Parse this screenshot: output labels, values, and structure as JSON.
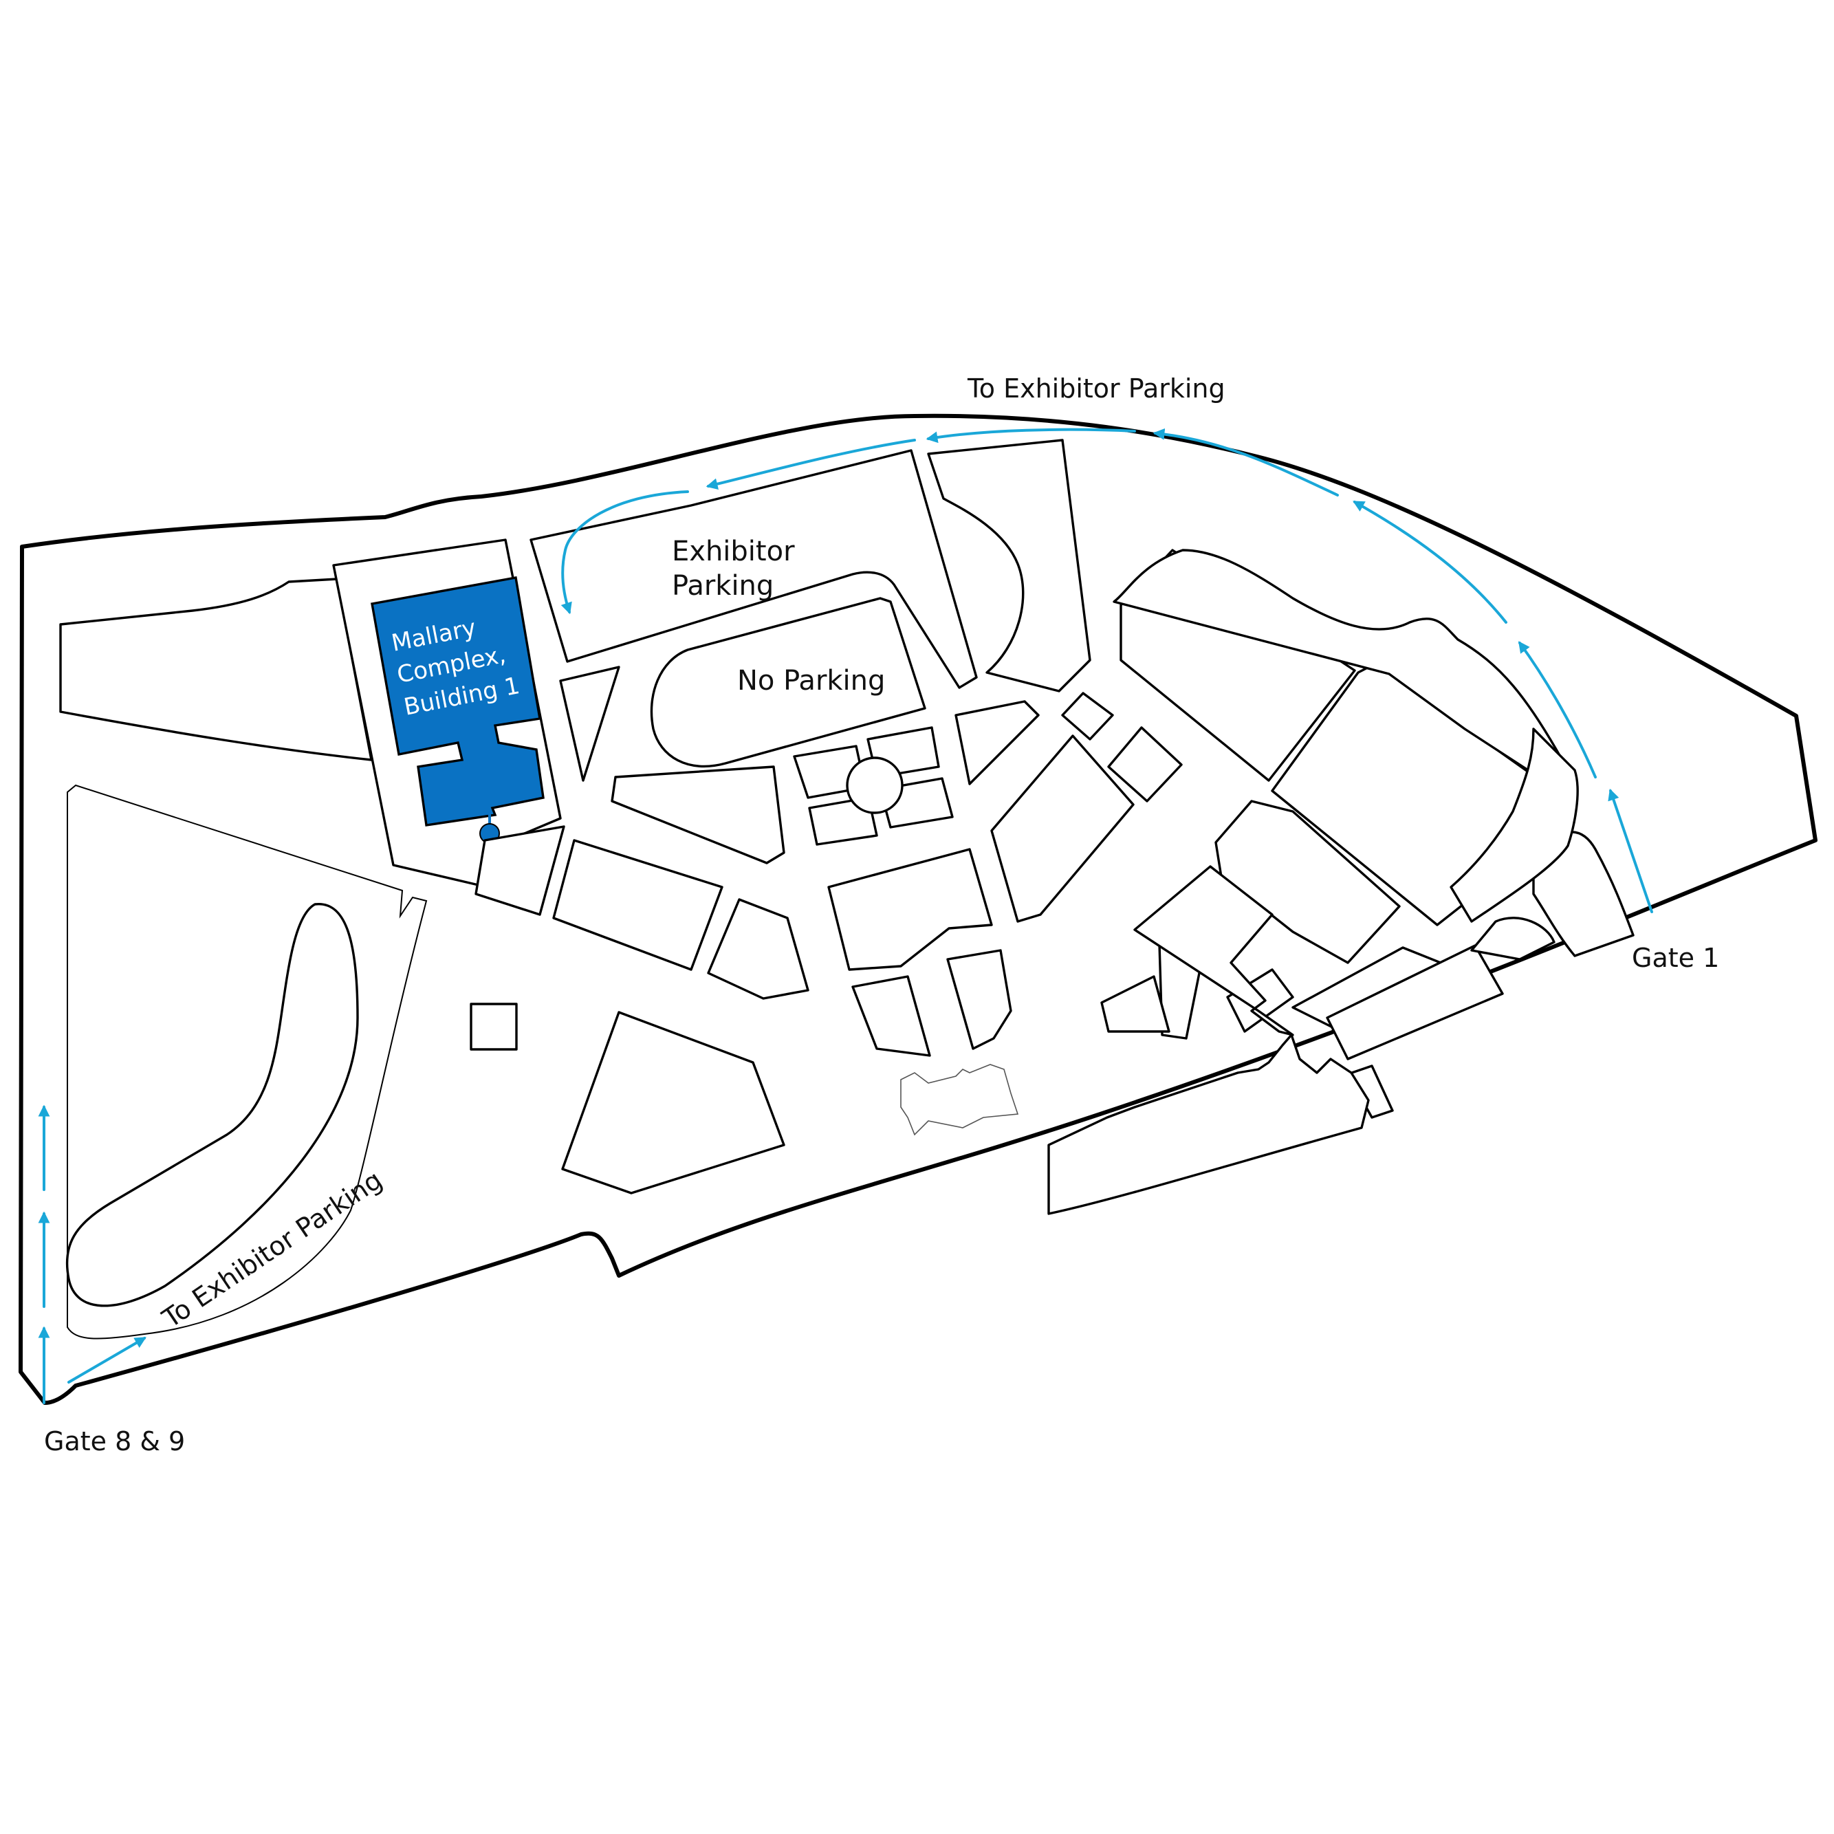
{
  "colors": {
    "route": "#1aa7d8",
    "highlight": "#0a72c3",
    "highlight_text": "#ffffff",
    "outline": "#000000",
    "background": "#ffffff"
  },
  "labels": {
    "to_exhibitor_parking_top": "To Exhibitor Parking",
    "to_exhibitor_parking_bottom": "To Exhibitor Parking",
    "exhibitor_parking_line1": "Exhibitor",
    "exhibitor_parking_line2": "Parking",
    "no_parking": "No Parking",
    "gate_1": "Gate 1",
    "gate_8_9": "Gate 8 & 9"
  },
  "highlight_building": {
    "line1": "Mallary",
    "line2": "Complex,",
    "line3": "Building 1"
  }
}
